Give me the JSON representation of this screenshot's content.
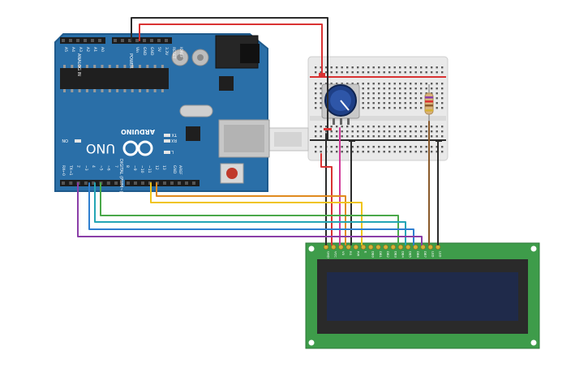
{
  "arduino": {
    "brand_text": "ARDUINO",
    "model_text": "UNO",
    "on_label": "ON",
    "tx_label": "TX",
    "rx_label": "RX",
    "l_label": "L",
    "power_label": "POWER",
    "analog_label": "ANALOG IN",
    "digital_label": "DIGITAL (PWM~)",
    "aref_label": "AREF",
    "gnd_label": "GND",
    "analog_pins": [
      "A5",
      "A4",
      "A3",
      "A2",
      "A1",
      "A0"
    ],
    "power_pins": [
      "Vin",
      "GND",
      "GND",
      "5V",
      "3.3V",
      "RESET",
      "IOREF"
    ],
    "digital_pins": [
      "13",
      "12",
      "~11",
      "~10",
      "~9",
      "8",
      "7",
      "~6",
      "~5",
      "4",
      "~3",
      "2",
      "TX→1",
      "RX←0"
    ]
  },
  "lcd": {
    "pin_labels": [
      "GND",
      "VCC",
      "V0",
      "RS",
      "RW",
      "E",
      "DB0",
      "DB1",
      "DB2",
      "DB3",
      "DB4",
      "DB5",
      "DB6",
      "DB7",
      "LED",
      "LED"
    ]
  },
  "colors": {
    "board": "#2a6fa8",
    "board_edge": "#1f5a8c",
    "lcd_pcb": "#3e9c4a",
    "lcd_screen": "#1f2a4a",
    "wire_red": "#d93232",
    "wire_black": "#2b2b2b",
    "wire_pink": "#d23a9a",
    "wire_orange": "#e08a1e",
    "wire_yellow": "#f0c419",
    "wire_green": "#4aa84a",
    "wire_teal": "#23a5b5",
    "wire_blue": "#2f7fd0",
    "wire_purple": "#8a3ea8",
    "wire_brown": "#8a5a2b"
  }
}
